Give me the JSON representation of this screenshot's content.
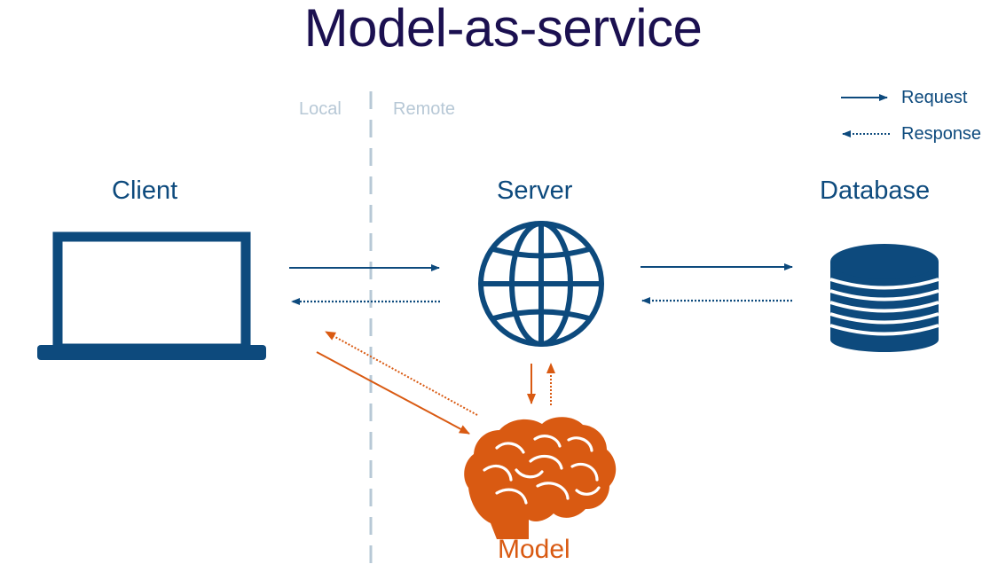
{
  "title": "Model-as-service",
  "zones": {
    "local": "Local",
    "remote": "Remote"
  },
  "legend": {
    "request": "Request",
    "response": "Response"
  },
  "nodes": {
    "client": "Client",
    "server": "Server",
    "database": "Database",
    "model": "Model"
  },
  "colors": {
    "title": "#1b1050",
    "primary": "#0d4a7d",
    "model": "#d95a12",
    "divider": "#b7c8d6"
  },
  "icons": {
    "client": "laptop-icon",
    "server": "globe-icon",
    "database": "database-icon",
    "model": "brain-icon"
  }
}
